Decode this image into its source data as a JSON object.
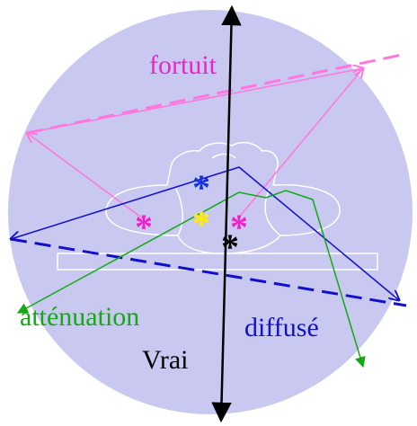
{
  "labels": {
    "fortuit": "fortuit",
    "attenuation": "atténuation",
    "diffuse": "diffusé",
    "vrai": "Vrai"
  },
  "colors": {
    "background_disc": "#c8c8f0",
    "fortuit": "#ee22cc",
    "fortuit_light": "#ff77dd",
    "attenuation": "#11aa11",
    "diffuse": "#1111cc",
    "vrai": "#000000",
    "outline": "#ffffff",
    "star_magenta": "#ee22cc",
    "star_yellow": "#ffee00",
    "star_blue": "#1133dd",
    "star_black": "#000000"
  },
  "glyphs": {
    "star": "*"
  }
}
